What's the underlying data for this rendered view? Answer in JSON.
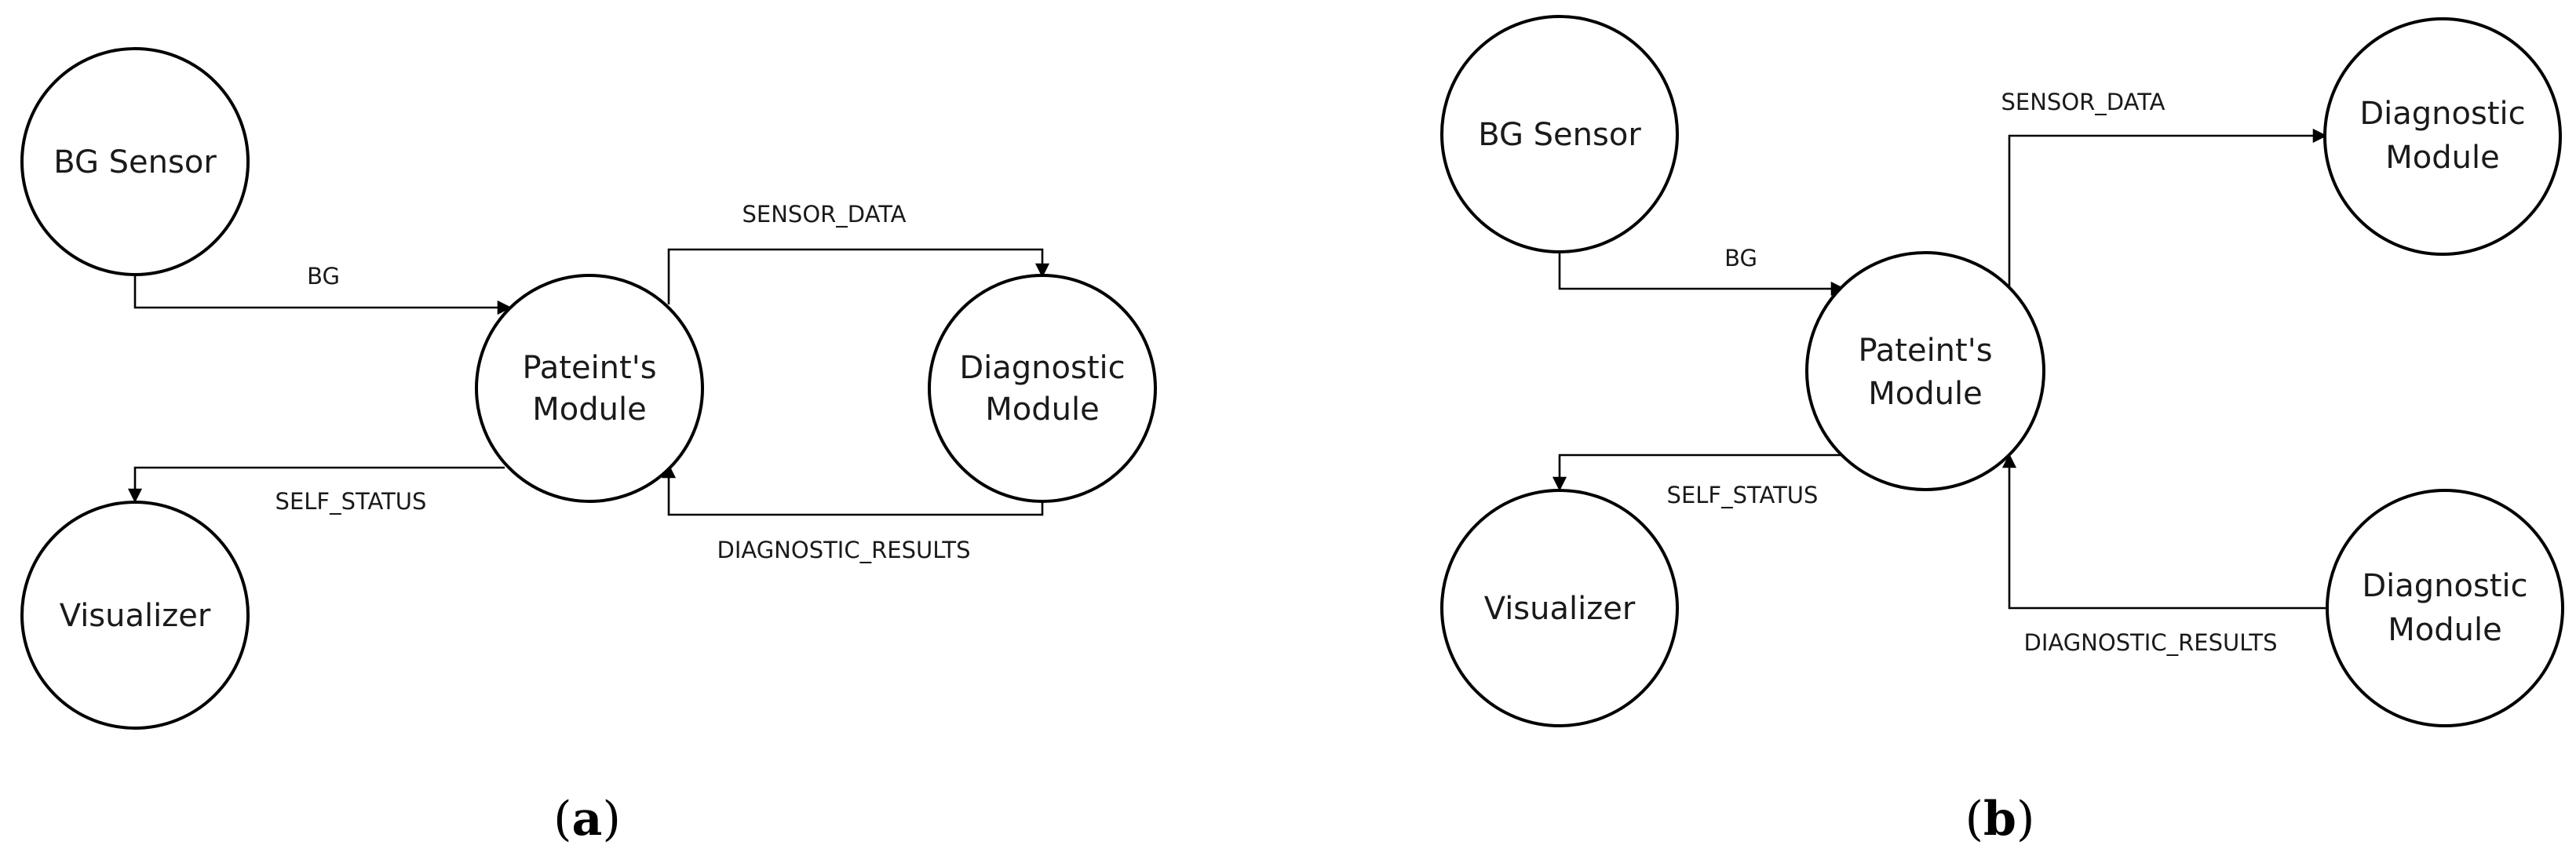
{
  "panel_a": {
    "caption": {
      "open": "(",
      "letter": "a",
      "close": ")"
    },
    "nodes": {
      "bg_sensor": {
        "lines": [
          "BG Sensor"
        ]
      },
      "patient_module": {
        "lines": [
          "Pateint's",
          "Module"
        ]
      },
      "diagnostic_module": {
        "lines": [
          "Diagnostic",
          "Module"
        ]
      },
      "visualizer": {
        "lines": [
          "Visualizer"
        ]
      }
    },
    "edges": {
      "bg": "BG",
      "sensor_data": "SENSOR_DATA",
      "self_status": "SELF_STATUS",
      "diagnostic_results": "DIAGNOSTIC_RESULTS"
    }
  },
  "panel_b": {
    "caption": {
      "open": "(",
      "letter": "b",
      "close": ")"
    },
    "nodes": {
      "bg_sensor": {
        "lines": [
          "BG Sensor"
        ]
      },
      "patient_module": {
        "lines": [
          "Pateint's",
          "Module"
        ]
      },
      "diagnostic_module_top": {
        "lines": [
          "Diagnostic",
          "Module"
        ]
      },
      "diagnostic_module_bottom": {
        "lines": [
          "Diagnostic",
          "Module"
        ]
      },
      "visualizer": {
        "lines": [
          "Visualizer"
        ]
      }
    },
    "edges": {
      "bg": "BG",
      "sensor_data": "SENSOR_DATA",
      "self_status": "SELF_STATUS",
      "diagnostic_results": "DIAGNOSTIC_RESULTS"
    }
  },
  "colors": {
    "stroke": "#000000",
    "fill": "#ffffff",
    "text": "#1a1a1a"
  }
}
